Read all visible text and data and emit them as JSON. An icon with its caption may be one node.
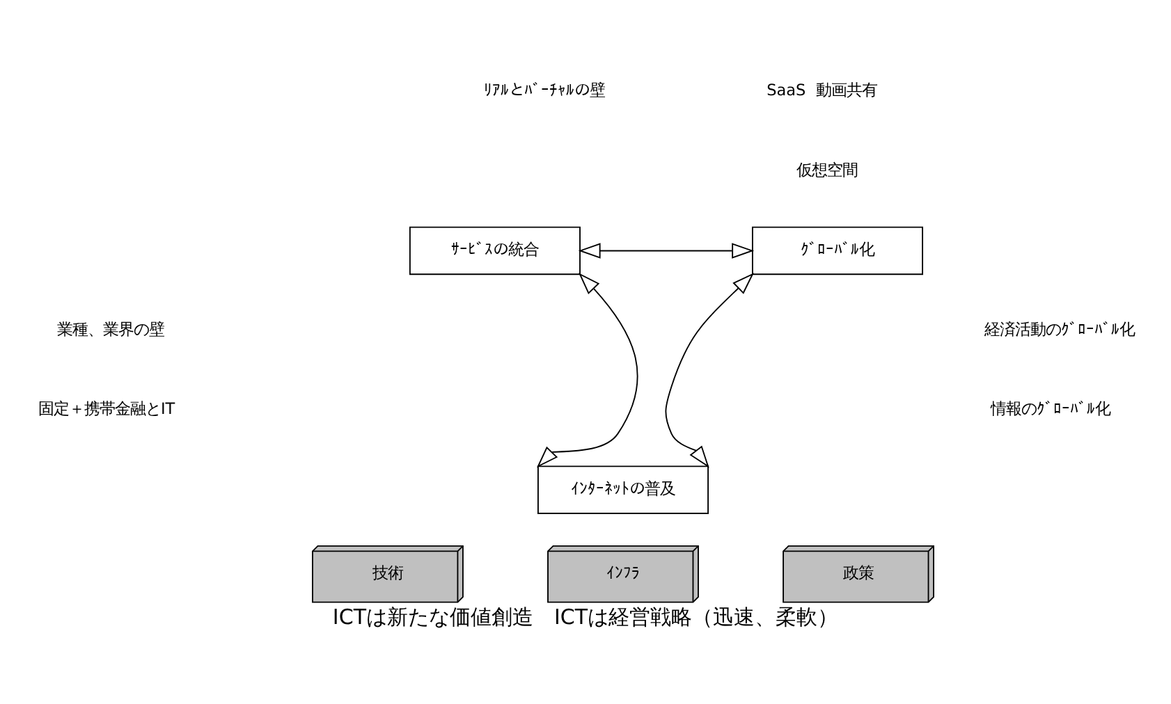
{
  "diagram": {
    "caption": "ICTは新たな価値創造　ICTは経営戦略（迅速、柔軟）",
    "nodes": [
      {
        "text": [
          "ｻｰﾋﾞｽの統合"
        ]
      },
      {
        "text": [
          "ｸﾞﾛｰﾊﾞﾙ化"
        ]
      },
      {
        "text": [
          "ｲﾝﾀｰﾈｯﾄの普及"
        ]
      },
      {
        "text": [
          "技術"
        ]
      },
      {
        "text": [
          "ｲﾝﾌﾗ"
        ]
      },
      {
        "text": [
          "政策"
        ]
      }
    ],
    "edges": [
      {
        "from": 0,
        "to": 1,
        "arrow": "both"
      },
      {
        "from": 0,
        "to": 2,
        "arrow": "both"
      },
      {
        "from": 1,
        "to": 2,
        "arrow": "both"
      }
    ],
    "labels": [
      "ﾘｱﾙとﾊﾞｰﾁｬﾙの壁",
      "SaaS  動画共有",
      "仮想空間",
      "業種、業界の壁",
      "固定＋携帯金融とIT",
      "経済活動のｸﾞﾛｰﾊﾞﾙ化",
      "情報のｸﾞﾛｰﾊﾞﾙ化"
    ]
  }
}
